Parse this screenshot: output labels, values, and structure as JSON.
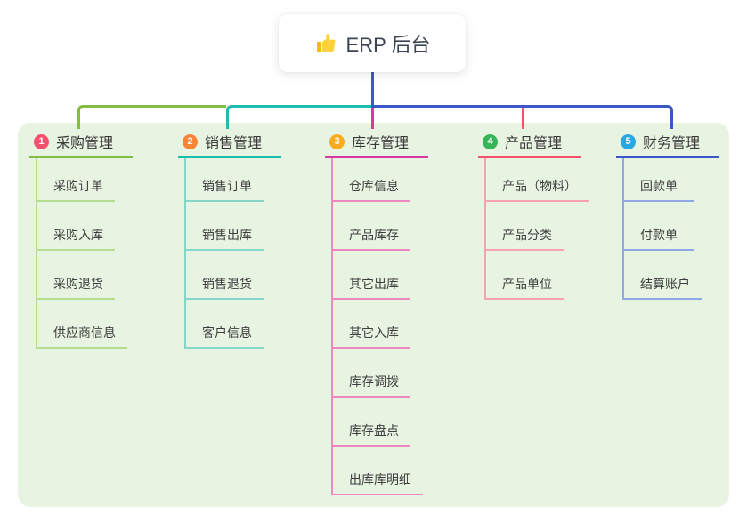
{
  "root": {
    "label": "ERP 后台",
    "icon": "thumbs-up"
  },
  "panel": {
    "background": "#e8f4e2"
  },
  "connector": {
    "stem_color": "#4457c6"
  },
  "branches": [
    {
      "number": "1",
      "label": "采购管理",
      "bullet_color": "#f4516c",
      "line_color": "#85bc45",
      "child_line_color": "#b7db8f",
      "children": [
        "采购订单",
        "采购入库",
        "采购退货",
        "供应商信息"
      ]
    },
    {
      "number": "2",
      "label": "销售管理",
      "bullet_color": "#f98436",
      "line_color": "#1cbcae",
      "child_line_color": "#84d6cb",
      "children": [
        "销售订单",
        "销售出库",
        "销售退货",
        "客户信息"
      ]
    },
    {
      "number": "3",
      "label": "库存管理",
      "bullet_color": "#fbab1d",
      "line_color": "#d43a9f",
      "child_line_color": "#ee8ac2",
      "children": [
        "仓库信息",
        "产品库存",
        "其它出库",
        "其它入库",
        "库存调拨",
        "库存盘点",
        "出库库明细"
      ]
    },
    {
      "number": "4",
      "label": "产品管理",
      "bullet_color": "#35b558",
      "line_color": "#f4516c",
      "child_line_color": "#f8a2af",
      "children": [
        "产品（物料）",
        "产品分类",
        "产品单位"
      ]
    },
    {
      "number": "5",
      "label": "财务管理",
      "bullet_color": "#29a7e1",
      "line_color": "#3c57c5",
      "child_line_color": "#93a7e6",
      "children": [
        "回款单",
        "付款单",
        "结算账户"
      ]
    }
  ]
}
